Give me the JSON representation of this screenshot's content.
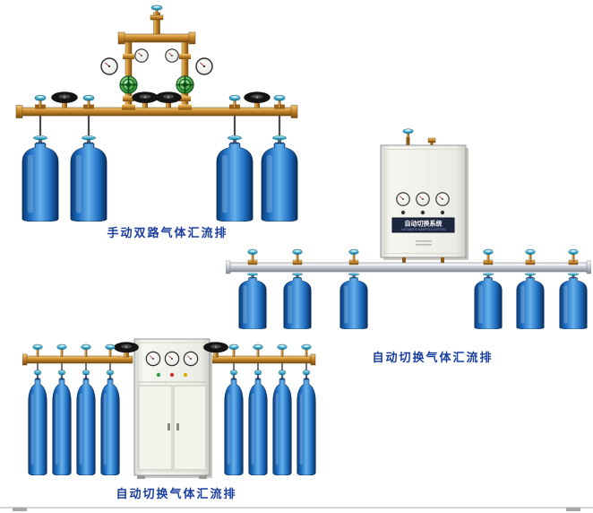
{
  "page": {
    "background": "#ffffff"
  },
  "captions": {
    "manual_dual": "手动双路气体汇流排",
    "auto_switch_wall": "自动切换气体汇流排",
    "auto_switch_cabinet": "自动切换气体汇流排"
  },
  "cabinet_panel": {
    "title": "自动切换系统",
    "subtitle": "AUTOMATIC MANIFOLD SYSTEM"
  },
  "colors": {
    "caption_blue": "#1a3f9e",
    "brass": "#c9882b",
    "cylinder_blue": "#1e6fc2",
    "valve_cyan": "#49b4d4",
    "manifold_silver": "#c3c9d1",
    "regulator_green": "#3d9e3d",
    "panel_navy": "#1c2740"
  },
  "icons": {
    "handwheel_valve": "handwheel-valve-icon",
    "ball_valve": "ball-valve-icon",
    "pressure_gauge": "pressure-gauge-icon",
    "regulator": "regulator-wheel-icon",
    "gas_cylinder": "gas-cylinder",
    "control_cabinet": "control-cabinet"
  }
}
